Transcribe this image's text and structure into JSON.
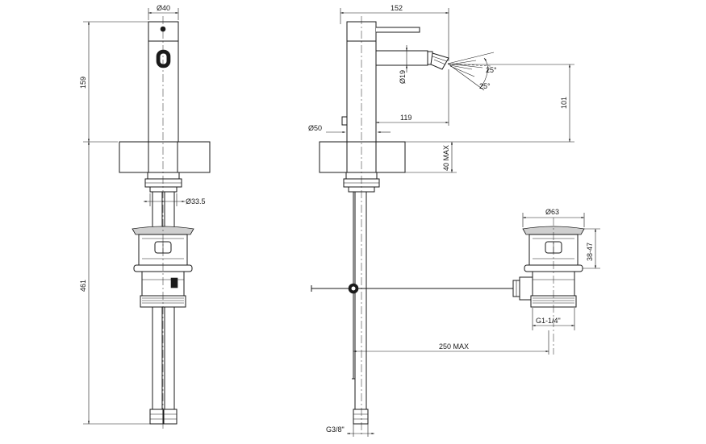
{
  "dimensions": {
    "top_diameter": "Ø40",
    "body_height": "159",
    "total_height": "461",
    "inlet_diameter": "Ø33.5",
    "width_side": "152",
    "spout_diameter": "Ø19",
    "base_diameter": "Ø50",
    "spout_reach": "119",
    "spout_height": "101",
    "spray_angle_top": "25°",
    "spray_angle_bottom": "25°",
    "deck_thickness": "40 MAX",
    "waste_diameter": "Ø63",
    "waste_height": "38-47",
    "waste_thread": "G1-1/4\"",
    "rod_length": "250 MAX",
    "hose_thread": "G3/8\""
  }
}
